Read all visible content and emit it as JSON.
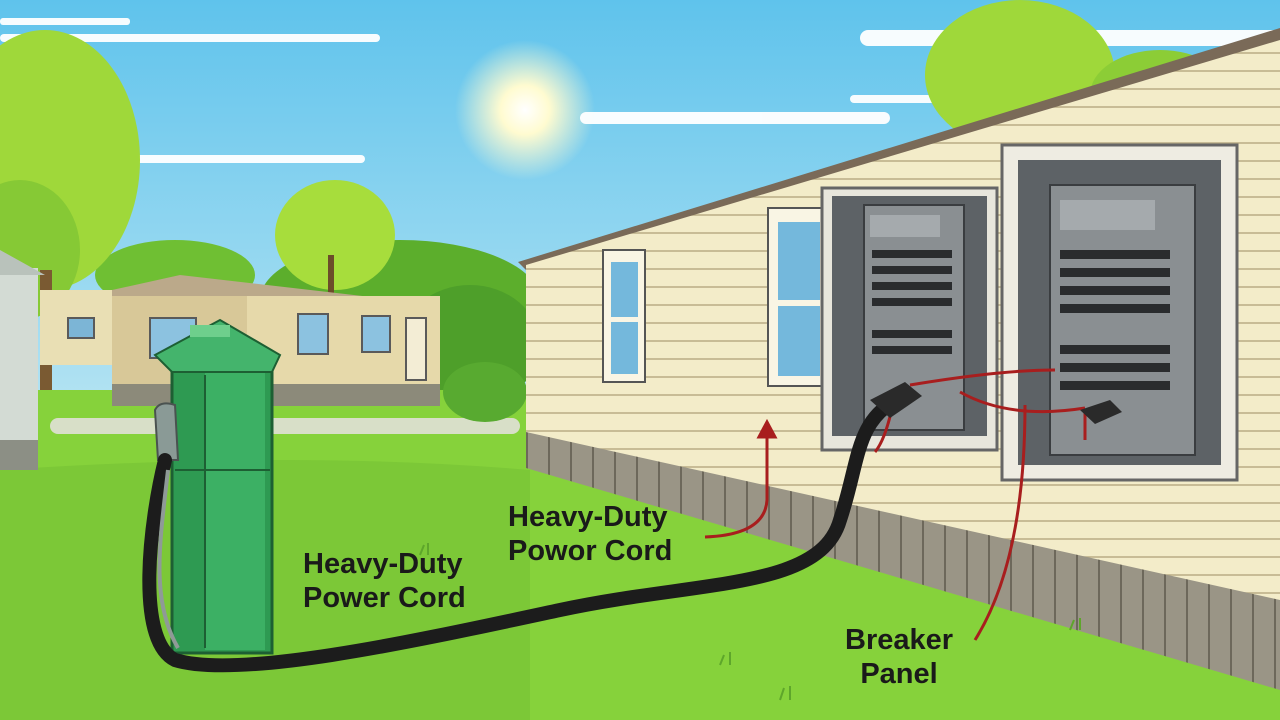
{
  "labels": {
    "cord_left": {
      "line1": "Heavy-Duty",
      "line2": "Power Cord"
    },
    "cord_right": {
      "line1": "Heavy-Duty",
      "line2": "Powor Cord"
    },
    "breaker": {
      "line1": "Breaker",
      "line2": "Panel"
    }
  },
  "colors": {
    "sky": "#7ccfee",
    "grass": "#86d23b",
    "siding": "#f3ecc9",
    "pedestal": "#2e9a52",
    "panel": "#6b6f72",
    "cord": "#1c1c1c",
    "wire": "#a81e1e"
  }
}
